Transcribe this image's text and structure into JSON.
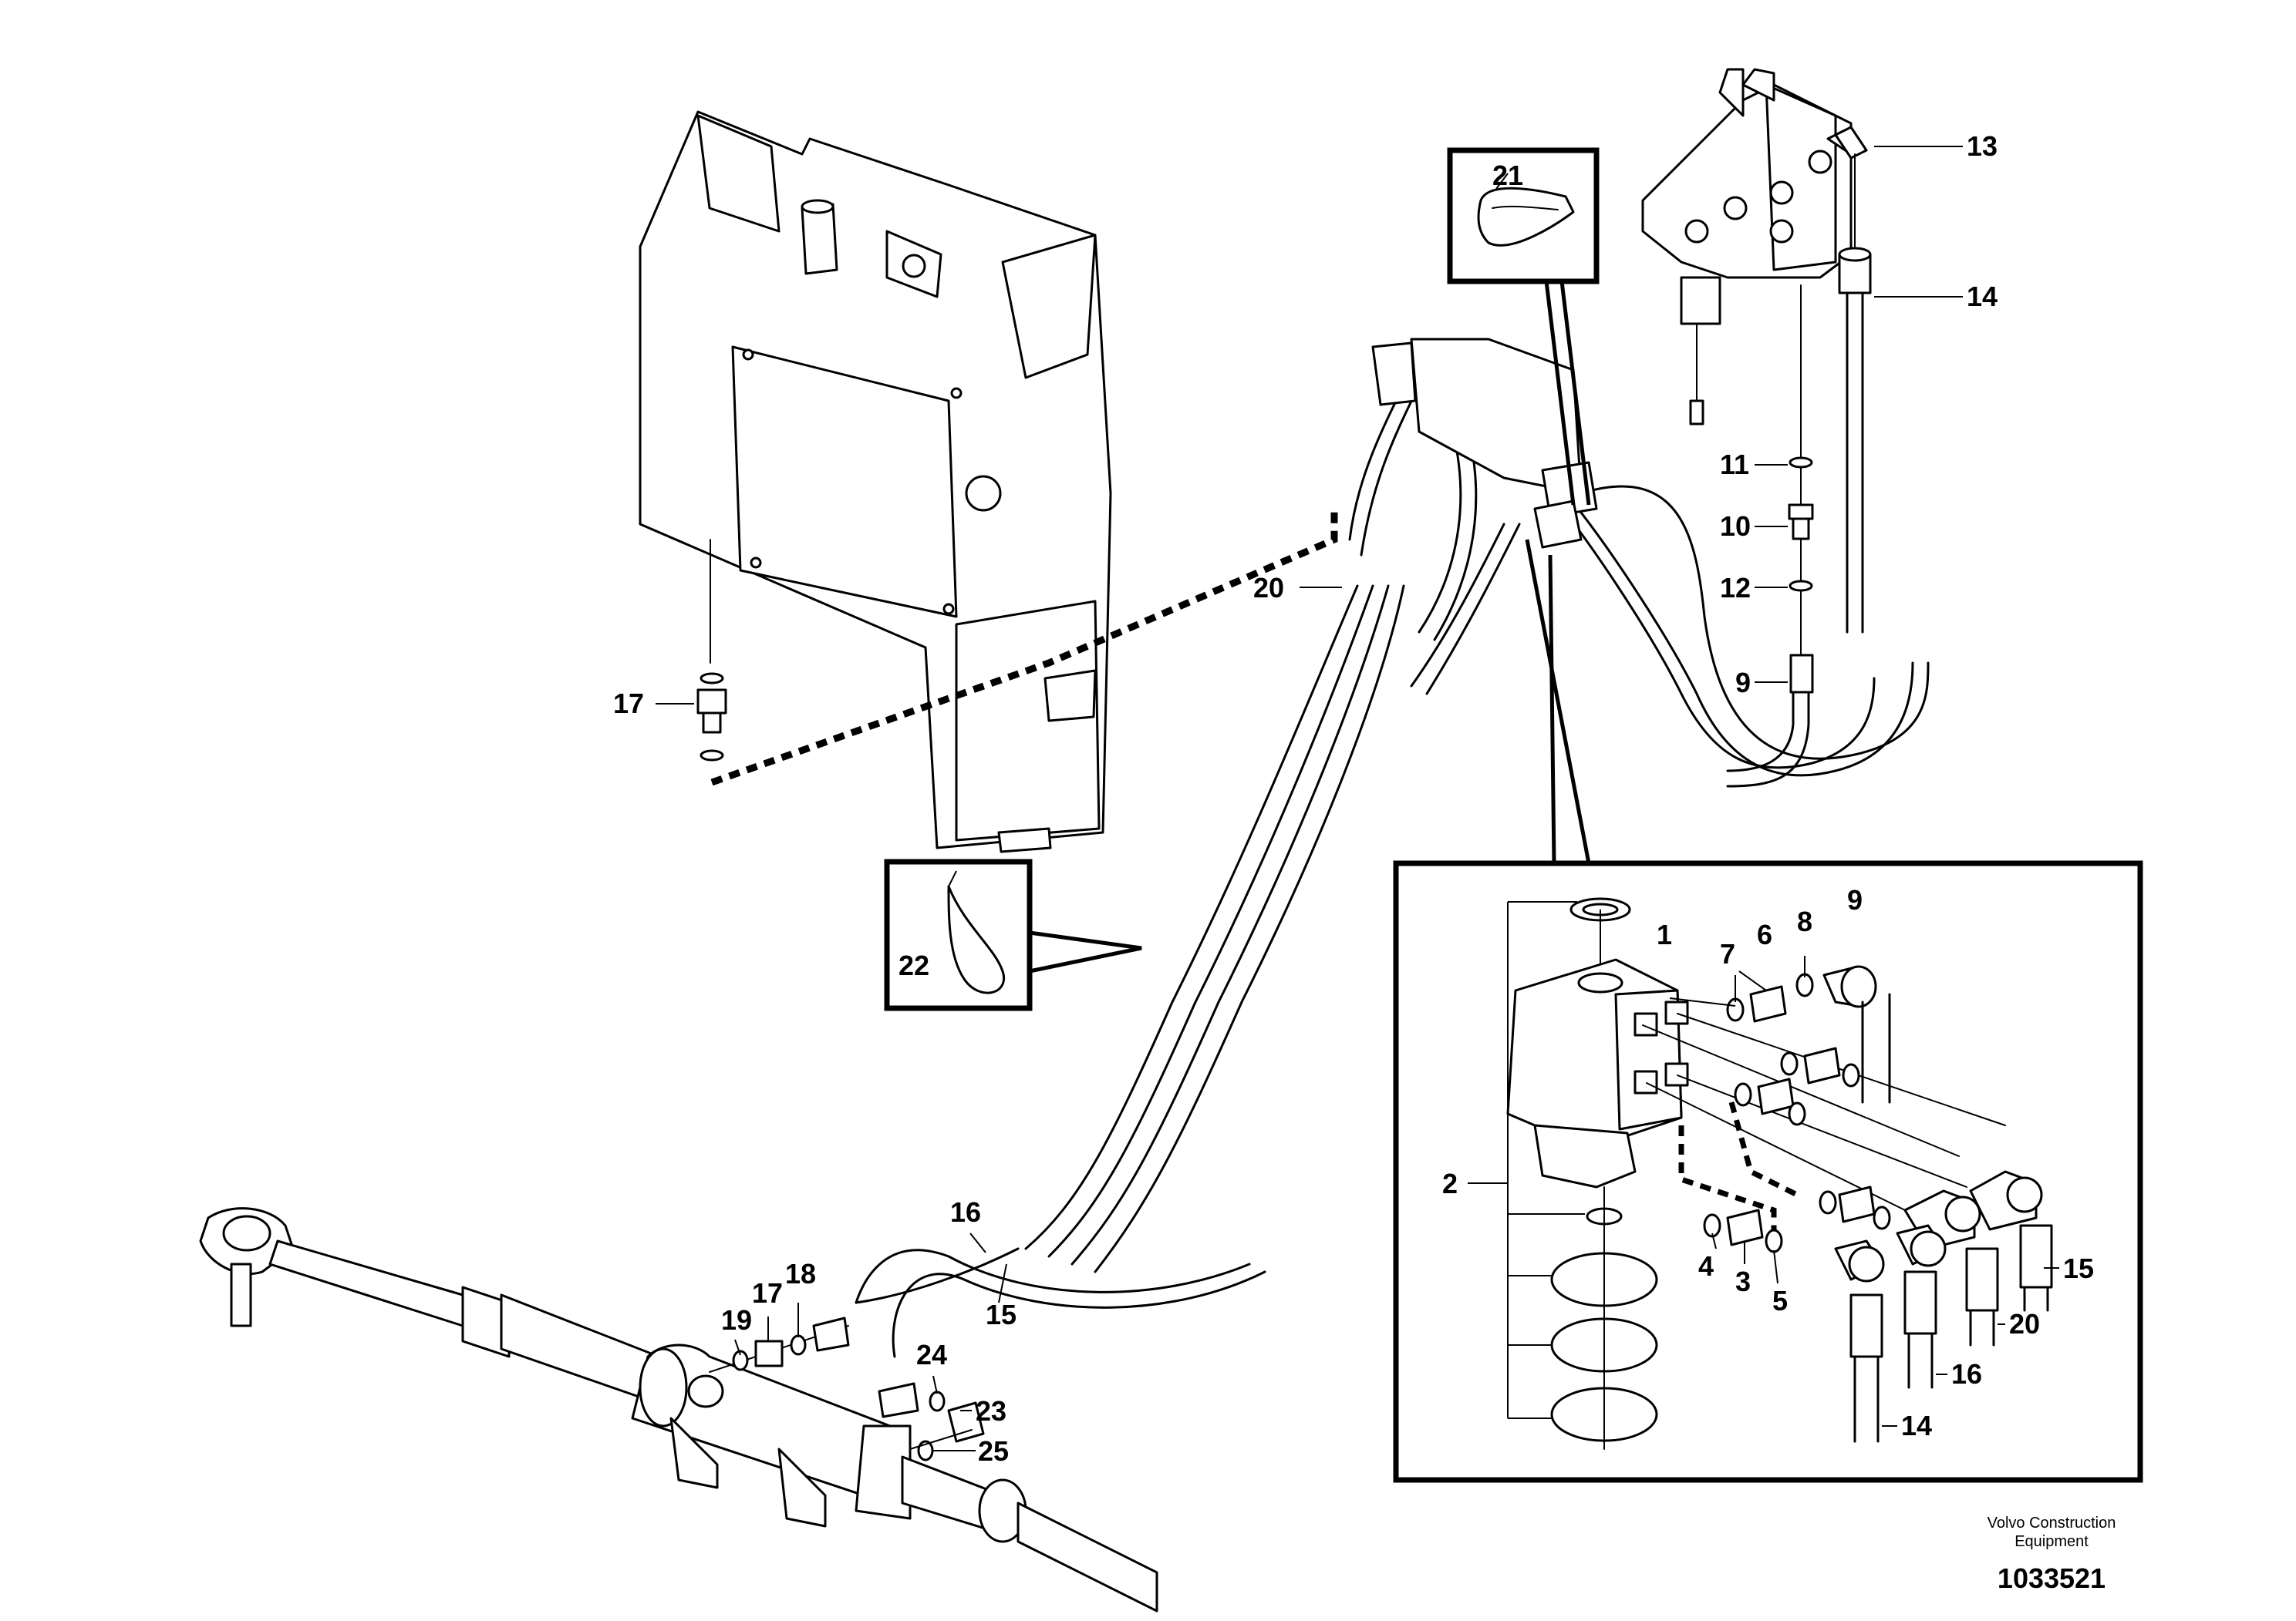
{
  "callouts": {
    "c1": "1",
    "c2": "2",
    "c3": "3",
    "c4": "4",
    "c5": "5",
    "c6": "6",
    "c7": "7",
    "c8": "8",
    "c9a": "9",
    "c9b": "9",
    "c10": "10",
    "c11": "11",
    "c12": "12",
    "c13": "13",
    "c14a": "14",
    "c14b": "14",
    "c15a": "15",
    "c15b": "15",
    "c16a": "16",
    "c16b": "16",
    "c17a": "17",
    "c17b": "17",
    "c18": "18",
    "c19": "19",
    "c20a": "20",
    "c20b": "20",
    "c21": "21",
    "c22": "22",
    "c23": "23",
    "c24": "24",
    "c25": "25"
  },
  "footer": {
    "brand_line1": "Volvo Construction",
    "brand_line2": "Equipment",
    "drawing_number": "1033521"
  }
}
